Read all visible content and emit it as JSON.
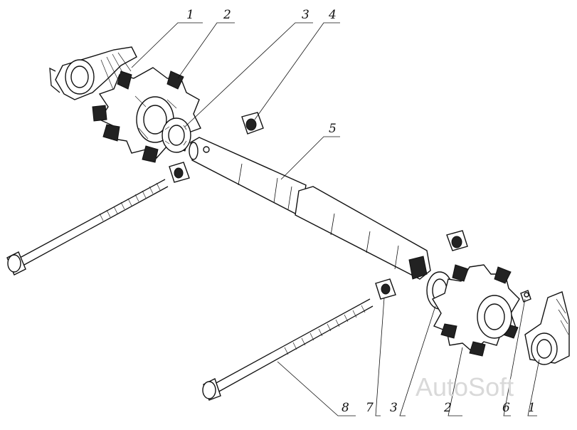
{
  "figure": {
    "callouts_top": [
      {
        "label": "1"
      },
      {
        "label": "2"
      },
      {
        "label": "3"
      },
      {
        "label": "4"
      },
      {
        "label": "5"
      }
    ],
    "callouts_bottom": [
      {
        "label": "8"
      },
      {
        "label": "7"
      },
      {
        "label": "3"
      },
      {
        "label": "2"
      },
      {
        "label": "6"
      },
      {
        "label": "1"
      }
    ],
    "watermark": "AutoSoft"
  }
}
